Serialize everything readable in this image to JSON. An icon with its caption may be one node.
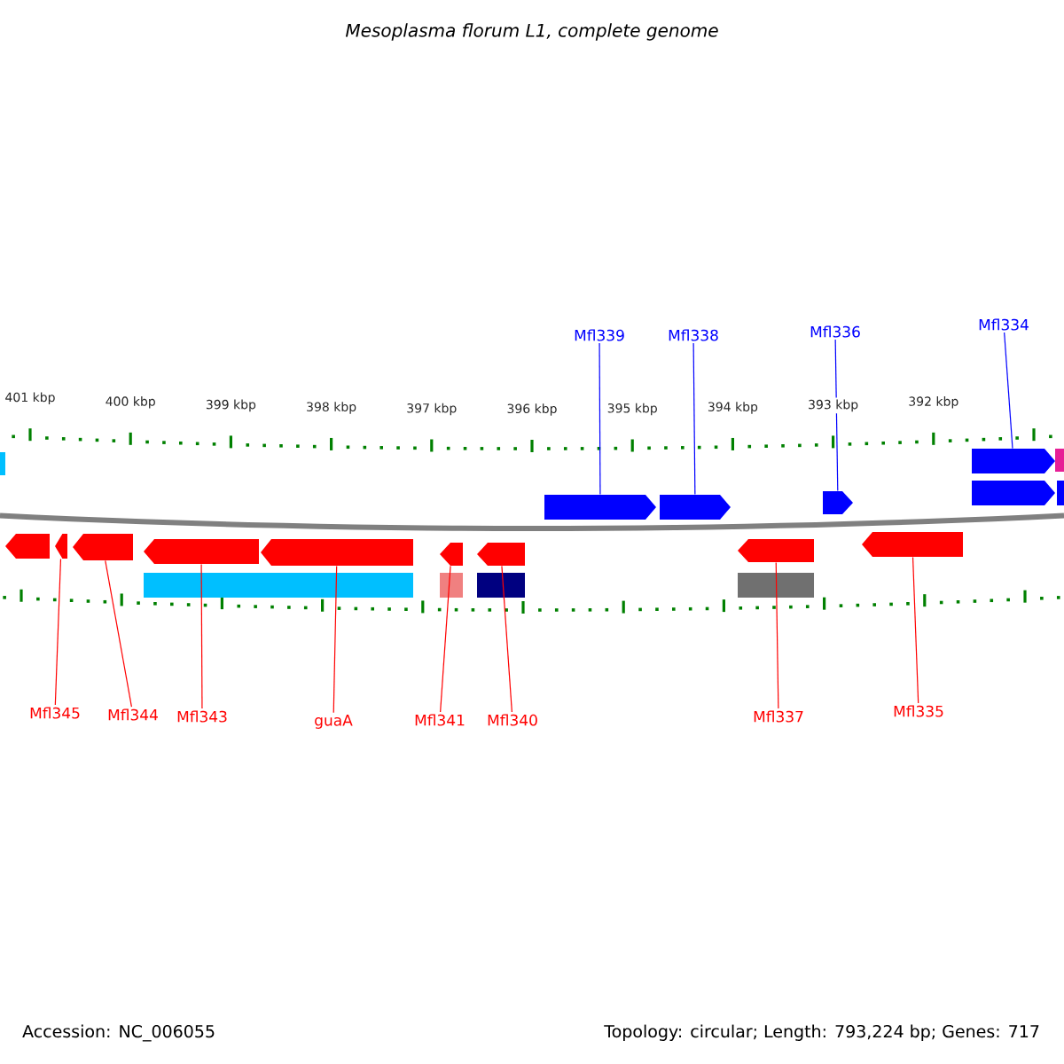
{
  "diagram": {
    "title": "Mesoplasma florum L1, complete genome",
    "nodes": [
      {
        "text": [
          "Mfl339"
        ]
      },
      {
        "text": [
          "Mfl338"
        ]
      },
      {
        "text": [
          "Mfl336"
        ]
      },
      {
        "text": [
          "Mfl334"
        ]
      },
      {
        "text": [],
        "shape": "arrow"
      },
      {
        "text": [],
        "shape": "arrow"
      },
      {
        "text": [],
        "shape": "arrow"
      },
      {
        "text": [],
        "shape": "arrow"
      },
      {
        "text": [],
        "shape": "arrow"
      },
      {
        "text": [],
        "shape": "arrow"
      },
      {
        "text": [],
        "shape": "arrow"
      },
      {
        "text": [],
        "shape": "arrow"
      },
      {
        "text": [],
        "shape": "arrow"
      },
      {
        "text": [],
        "shape": "arrow"
      },
      {
        "text": [],
        "shape": "arrow"
      },
      {
        "text": [],
        "shape": "arrow"
      },
      {
        "text": [],
        "shape": "arrow"
      },
      {
        "text": [],
        "shape": "arrow"
      },
      {
        "text": [
          "Mfl345"
        ]
      },
      {
        "text": [
          "Mfl344"
        ]
      },
      {
        "text": [
          "Mfl343"
        ]
      },
      {
        "text": [
          "guaA"
        ]
      },
      {
        "text": [
          "Mfl341"
        ]
      },
      {
        "text": [
          "Mfl340"
        ]
      },
      {
        "text": [
          "Mfl337"
        ]
      },
      {
        "text": [
          "Mfl335"
        ]
      },
      {
        "text": [],
        "shape": "bar"
      },
      {
        "text": [],
        "shape": "bar"
      },
      {
        "text": [],
        "shape": "bar"
      },
      {
        "text": [],
        "shape": "bar"
      }
    ],
    "edges": [
      {
        "from": 0,
        "to": 4,
        "arrow": "none",
        "color": "#0000ff"
      },
      {
        "from": 1,
        "to": 5,
        "arrow": "none",
        "color": "#0000ff"
      },
      {
        "from": 2,
        "to": 6,
        "arrow": "none",
        "color": "#0000ff"
      },
      {
        "from": 3,
        "to": 7,
        "arrow": "none",
        "color": "#0000ff"
      },
      {
        "from": 18,
        "to": 10,
        "arrow": "none"
      },
      {
        "from": 19,
        "to": 11,
        "arrow": "none"
      },
      {
        "from": 20,
        "to": 12,
        "arrow": "none"
      },
      {
        "from": 21,
        "to": 13,
        "arrow": "none"
      },
      {
        "from": 22,
        "to": 14,
        "arrow": "none"
      },
      {
        "from": 23,
        "to": 15,
        "arrow": "none"
      },
      {
        "from": 24,
        "to": 16,
        "arrow": "none"
      },
      {
        "from": 25,
        "to": 17,
        "arrow": "none"
      }
    ],
    "labels": [
      "401 kbp",
      "400 kbp",
      "399 kbp",
      "398 kbp",
      "397 kbp",
      "396 kbp",
      "395 kbp",
      "394 kbp",
      "393 kbp",
      "392 kbp",
      "Accession: NC_006055",
      "Topology: circular; Length: 793,224 bp; Genes: 717"
    ]
  }
}
